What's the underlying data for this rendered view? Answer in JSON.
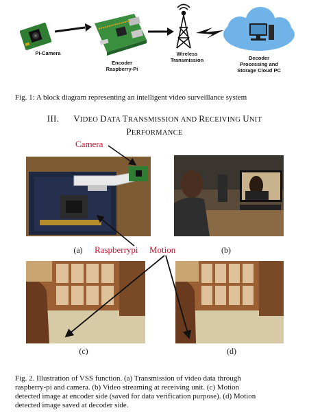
{
  "figure1": {
    "labels": {
      "camera": "Pi-Camera",
      "encoder_line1": "Encoder",
      "encoder_line2": "Raspberry-Pi",
      "wireless_line1": "Wireless",
      "wireless_line2": "Transmission",
      "decoder_line1": "Decoder",
      "decoder_line2": "Processing and",
      "decoder_line3": "Storage Cloud PC"
    },
    "caption": "Fig. 1:  A block diagram representing an intelligent video surveillance system"
  },
  "section": {
    "number": "III.",
    "title_line1_first": "V",
    "title_line1_rest": "IDEO ",
    "title_line1_w2_first": "D",
    "title_line1_w2_rest": "ATA ",
    "title_line1_w3_first": "T",
    "title_line1_w3_rest": "RANSMISSION AND ",
    "title_line1_w4_first": "R",
    "title_line1_w4_rest": "ECEIVING ",
    "title_line1_w5_first": "U",
    "title_line1_w5_rest": "NIT",
    "title_line2_first": "P",
    "title_line2_rest": "ERFORMANCE"
  },
  "figure2": {
    "annotations": {
      "camera": "Camera",
      "raspberrypi": "Raspberrypi",
      "motion": "Motion"
    },
    "sublabels": [
      "(a)",
      "(b)",
      "(c)",
      "(d)"
    ],
    "caption_lines": [
      "Fig. 2.    Illustration of VSS function. (a) Transmission of video data through",
      "raspberry-pi and camera. (b) Video streaming at receiving unit. (c) Motion",
      "detected image at encoder side (saved for data verification purpose). (d) Motion",
      "detected image saved at decoder side."
    ]
  },
  "colors": {
    "annotation_red": "#c8102e",
    "cloud_blue": "#6fb3e8",
    "board_green": "#2e7d32"
  }
}
